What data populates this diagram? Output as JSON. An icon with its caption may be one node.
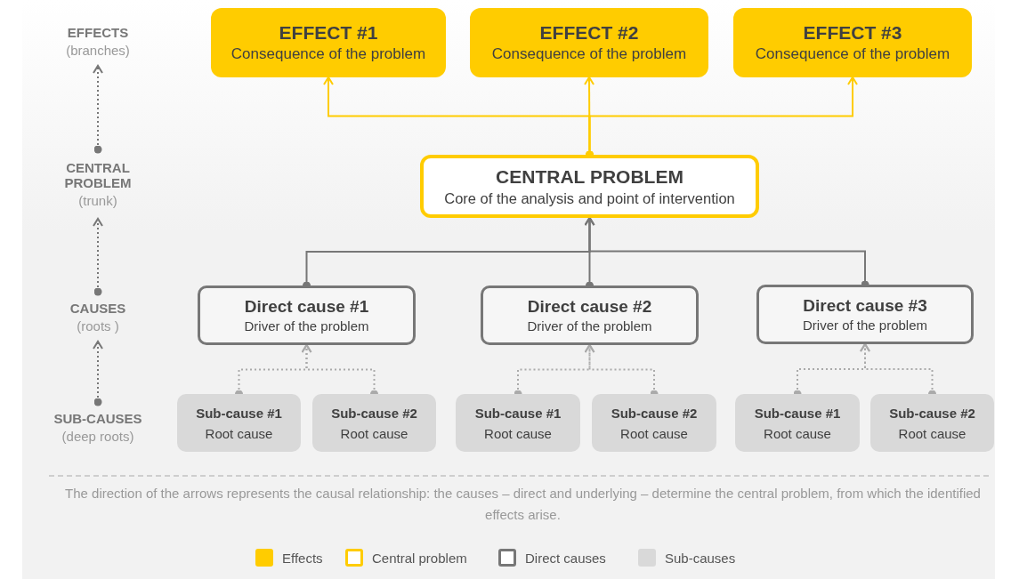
{
  "diagram": {
    "caption": "The direction of the arrows represents the causal relationship: the causes – direct and underlying – determine the central problem, from which the identified effects arise.",
    "nodes": [
      {
        "text": [
          "EFFECTS",
          "(branches)"
        ]
      },
      {
        "text": [
          "CENTRAL PROBLEM",
          "(trunk)"
        ]
      },
      {
        "text": [
          "CAUSES",
          "(roots )"
        ]
      },
      {
        "text": [
          "SUB-CAUSES",
          "(deep roots)"
        ]
      },
      {
        "text": [
          "EFFECT #1",
          "Consequence of the problem"
        ]
      },
      {
        "text": [
          "EFFECT #2",
          "Consequence of the problem"
        ]
      },
      {
        "text": [
          "EFFECT #3",
          "Consequence of the problem"
        ]
      },
      {
        "text": [
          "CENTRAL PROBLEM",
          "Core of the analysis and point of intervention"
        ]
      },
      {
        "text": [
          "Direct cause #1",
          "Driver of the problem"
        ]
      },
      {
        "text": [
          "Direct cause #2",
          "Driver of the problem"
        ]
      },
      {
        "text": [
          "Direct cause #3",
          "Driver of the problem"
        ]
      },
      {
        "text": [
          "Sub-cause #1",
          "Root cause"
        ]
      },
      {
        "text": [
          "Sub-cause #2",
          "Root cause"
        ]
      },
      {
        "text": [
          "Sub-cause #1",
          "Root cause"
        ]
      },
      {
        "text": [
          "Sub-cause #2",
          "Root cause"
        ]
      },
      {
        "text": [
          "Sub-cause #1",
          "Root cause"
        ]
      },
      {
        "text": [
          "Sub-cause #2",
          "Root cause"
        ]
      }
    ],
    "edges": [
      {
        "from": 1,
        "to": 0,
        "arrow": "to",
        "style": "dashed"
      },
      {
        "from": 2,
        "to": 1,
        "arrow": "to",
        "style": "dashed"
      },
      {
        "from": 3,
        "to": 2,
        "arrow": "to",
        "style": "dashed"
      },
      {
        "from": 7,
        "to": 4,
        "arrow": "to",
        "color": "#ffcc00"
      },
      {
        "from": 7,
        "to": 5,
        "arrow": "to",
        "color": "#ffcc00"
      },
      {
        "from": 7,
        "to": 6,
        "arrow": "to",
        "color": "#ffcc00"
      },
      {
        "from": 8,
        "to": 7,
        "arrow": "to"
      },
      {
        "from": 9,
        "to": 7,
        "arrow": "to"
      },
      {
        "from": 10,
        "to": 7,
        "arrow": "to"
      },
      {
        "from": 11,
        "to": 8,
        "arrow": "to",
        "style": "dashed",
        "color": "#aaaaaa"
      },
      {
        "from": 12,
        "to": 8,
        "arrow": "to",
        "style": "dashed",
        "color": "#aaaaaa"
      },
      {
        "from": 13,
        "to": 9,
        "arrow": "to",
        "style": "dashed",
        "color": "#aaaaaa"
      },
      {
        "from": 14,
        "to": 9,
        "arrow": "to",
        "style": "dashed",
        "color": "#aaaaaa"
      },
      {
        "from": 15,
        "to": 10,
        "arrow": "to",
        "style": "dashed",
        "color": "#aaaaaa"
      },
      {
        "from": 16,
        "to": 10,
        "arrow": "to",
        "style": "dashed",
        "color": "#aaaaaa"
      }
    ],
    "legend": [
      {
        "text": "Effects",
        "color": "#ffcc00"
      },
      {
        "text": "Central problem"
      },
      {
        "text": "Direct causes"
      },
      {
        "text": "Sub-causes",
        "color": "#d9d9d9"
      }
    ]
  }
}
